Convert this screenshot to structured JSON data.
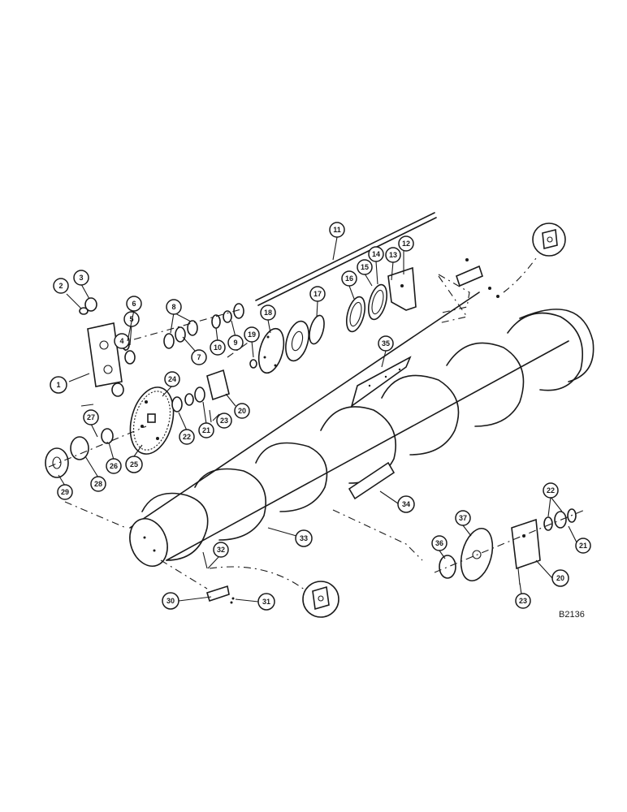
{
  "diagram": {
    "drawing_code": "B2136",
    "callouts": [
      "1",
      "2",
      "3",
      "4",
      "5",
      "6",
      "7",
      "8",
      "9",
      "10",
      "11",
      "12",
      "13",
      "14",
      "15",
      "16",
      "17",
      "18",
      "19",
      "20",
      "21",
      "22",
      "23",
      "24",
      "25",
      "26",
      "27",
      "28",
      "29",
      "30",
      "31",
      "32",
      "33",
      "34",
      "35",
      "36",
      "37",
      "20",
      "21",
      "22",
      "23"
    ]
  }
}
